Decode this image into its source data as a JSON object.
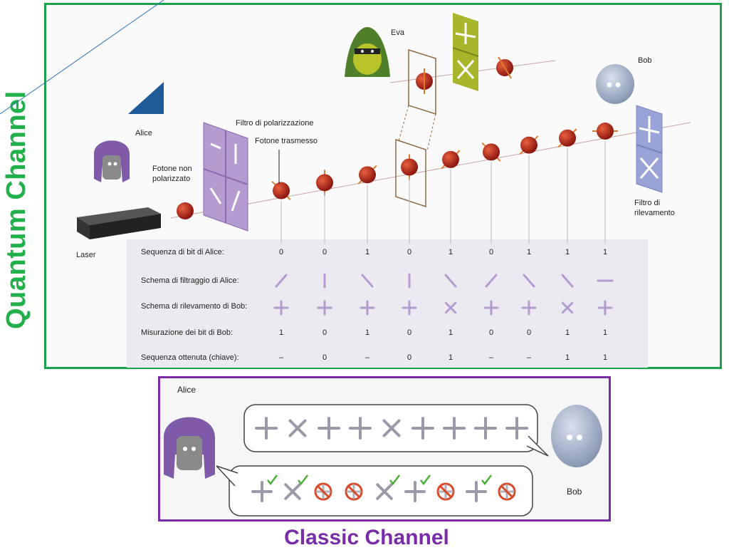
{
  "labels": {
    "quantum_channel": "Quantum Channel",
    "classic_channel": "Classic Channel",
    "eva": "Eva",
    "bob": "Bob",
    "alice": "Alice",
    "filter_polarization": "Filtro di polarizzazione",
    "photon_transmitted": "Fotone trasmesso",
    "photon_unpolarized_1": "Fotone non",
    "photon_unpolarized_2": "polarizzato",
    "laser": "Laser",
    "detection_filter_1": "Filtro di",
    "detection_filter_2": "rilevamento",
    "classic_alice": "Alice",
    "classic_bob": "Bob"
  },
  "table": {
    "row_labels": [
      "Sequenza di bit di Alice:",
      "Schema di filtraggio di Alice:",
      "Schema di rilevamento di Bob:",
      "Misurazione dei bit di Bob:",
      "Sequenza ottenuta (chiave):"
    ],
    "alice_bits": [
      "0",
      "0",
      "1",
      "0",
      "1",
      "0",
      "1",
      "1",
      "1"
    ],
    "alice_filters": [
      "diag-right",
      "vertical",
      "diag-left",
      "vertical",
      "diag-left",
      "diag-right",
      "diag-left",
      "diag-left",
      "horizontal"
    ],
    "bob_schemes": [
      "plus",
      "plus",
      "plus",
      "plus",
      "cross",
      "plus",
      "plus",
      "cross",
      "plus"
    ],
    "bob_bits": [
      "1",
      "0",
      "1",
      "0",
      "1",
      "0",
      "0",
      "1",
      "1"
    ],
    "key": [
      "–",
      "0",
      "–",
      "0",
      "1",
      "–",
      "–",
      "1",
      "1"
    ]
  },
  "classic": {
    "bob_message": [
      "plus",
      "cross",
      "plus",
      "plus",
      "cross",
      "plus",
      "plus",
      "plus",
      "plus"
    ],
    "alice_reply": [
      "plus-check",
      "cross-check",
      "no",
      "no",
      "cross-check",
      "plus-check",
      "no",
      "plus-check",
      "no"
    ]
  },
  "colors": {
    "quantum": "#1aa34a",
    "classic": "#7a2ca8",
    "filter_purple": "#b49bd0",
    "photon": "#b3261e"
  }
}
